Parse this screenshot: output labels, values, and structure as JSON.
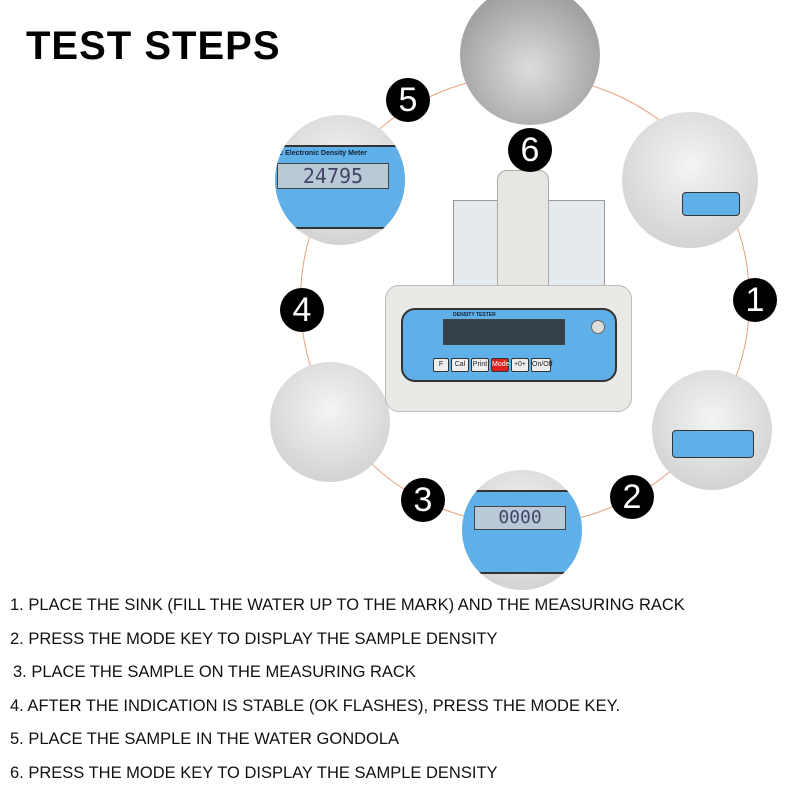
{
  "title": "TEST STEPS",
  "badges": [
    "1",
    "2",
    "3",
    "4",
    "5",
    "6"
  ],
  "device": {
    "brand": "DENSITY TESTER",
    "keys": [
      "F",
      "Cal",
      "Print",
      "Mode",
      "+0+",
      "On/Off"
    ],
    "panel_header": "tic Electronic Density Meter",
    "readout_4": "24795",
    "readout_3": "0000"
  },
  "steps": [
    "1. PLACE THE SINK (FILL THE WATER UP TO THE MARK) AND THE MEASURING RACK",
    "2. PRESS THE MODE KEY TO DISPLAY THE SAMPLE DENSITY",
    "3. PLACE THE SAMPLE ON THE MEASURING RACK",
    "4. AFTER THE INDICATION IS STABLE (OK FLASHES), PRESS THE MODE KEY.",
    "5.  PLACE THE SAMPLE IN THE WATER GONDOLA",
    "6. PRESS THE MODE KEY TO DISPLAY THE SAMPLE DENSITY"
  ]
}
